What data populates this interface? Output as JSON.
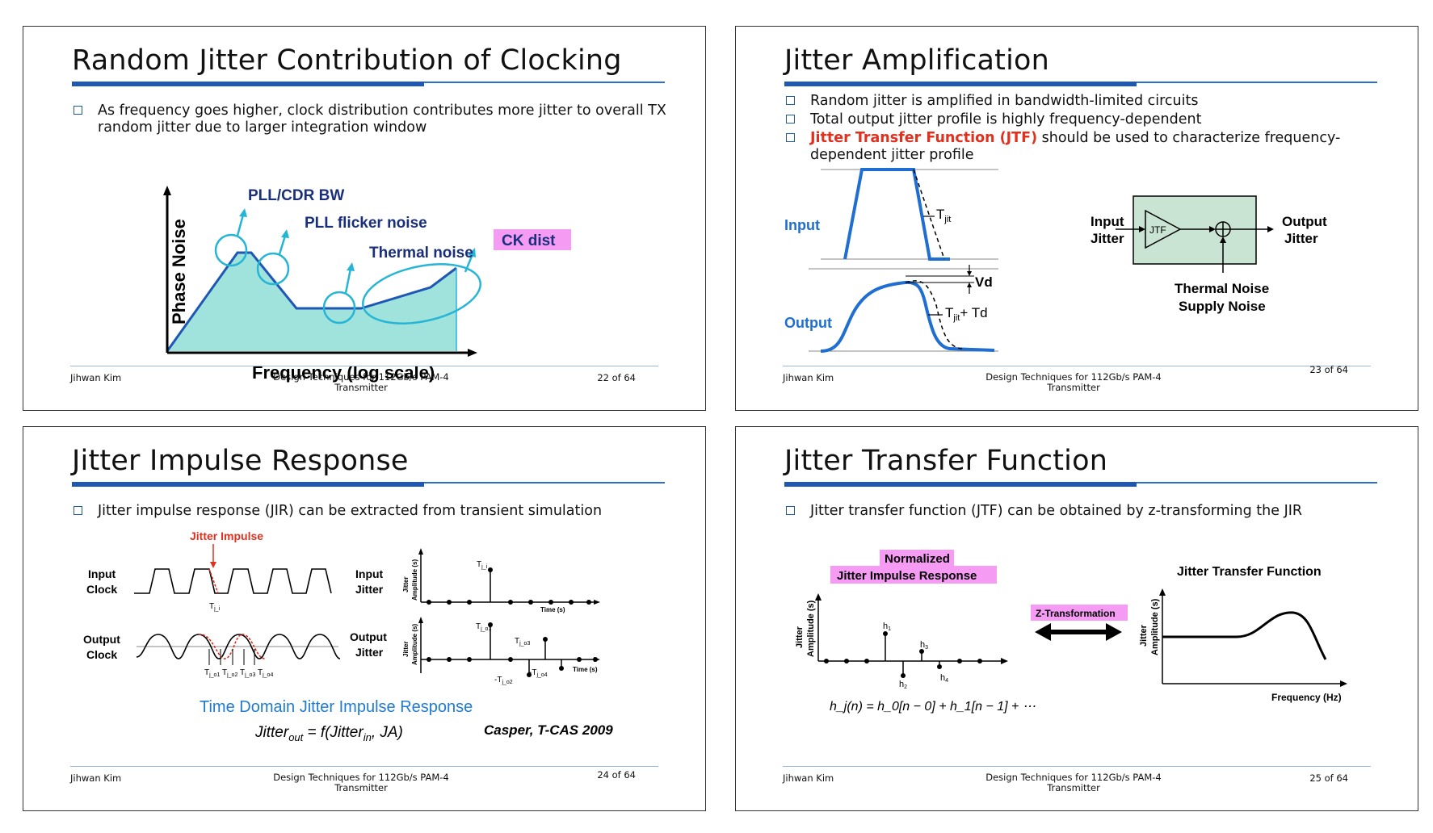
{
  "slides": [
    {
      "title": "Random Jitter Contribution of Clocking",
      "bullets": [
        "As frequency goes higher, clock distribution contributes more jitter to overall TX random jitter due to larger integration window"
      ],
      "labels": {
        "ylabel": "Phase Noise",
        "xlabel": "Frequency (log scale)",
        "pll_bw": "PLL/CDR BW",
        "flicker": "PLL flicker noise",
        "thermal": "Thermal noise",
        "ckdist": "CK dist"
      },
      "footer": {
        "author": "Jihwan Kim",
        "course": "Design Techniques for 112Gb/s PAM-4 Transmitter",
        "page": "22 of 64"
      }
    },
    {
      "title": "Jitter Amplification",
      "bullets": [
        "Random jitter is amplified in bandwidth-limited circuits",
        "Total output jitter profile is highly frequency-dependent"
      ],
      "bullet3_red": "Jitter Transfer Function (JTF)",
      "bullet3_rest": " should be used to characterize frequency-dependent jitter profile",
      "labels": {
        "input": "Input",
        "output": "Output",
        "tjit": "T",
        "tjit_sub": "jit",
        "vd": "Vd",
        "tjit_td": "+ Td",
        "input_jitter_1": "Input",
        "input_jitter_2": "Jitter",
        "output_jitter_1": "Output",
        "output_jitter_2": "Jitter",
        "jtf": "JTF",
        "thermal_noise": "Thermal Noise",
        "supply_noise": "Supply Noise"
      },
      "footer": {
        "author": "Jihwan Kim",
        "course": "Design Techniques for 112Gb/s PAM-4 Transmitter",
        "page": "23 of 64"
      }
    },
    {
      "title": "Jitter Impulse Response",
      "bullets": [
        "Jitter impulse response (JIR) can be extracted from transient simulation"
      ],
      "labels": {
        "jitter_impulse": "Jitter Impulse",
        "input_clock_1": "Input",
        "input_clock_2": "Clock",
        "output_clock_1": "Output",
        "output_clock_2": "Clock",
        "input_jitter_1": "Input",
        "input_jitter_2": "Jitter",
        "output_jitter_1": "Output",
        "output_jitter_2": "Jitter",
        "amp_1": "Jitter",
        "amp_2": "Amplitude (s)",
        "time": "Time (s)",
        "tji": "T",
        "tji_sub": "j_i",
        "tjo1": "j_o1",
        "tjo2": "j_o2",
        "tjo3": "j_o3",
        "tjo4": "j_o4",
        "neg_tjo2": "-T",
        "neg_tjo4": "-T",
        "td_title": "Time Domain Jitter Impulse Response",
        "formula": "Jitter",
        "formula_out": "out",
        "formula_mid": " = f(Jitter",
        "formula_in": "in",
        "formula_end": ", JA)",
        "ref": "Casper, T-CAS 2009"
      },
      "footer": {
        "author": "Jihwan Kim",
        "course": "Design Techniques for 112Gb/s PAM-4 Transmitter",
        "page": "24 of 64"
      }
    },
    {
      "title": "Jitter Transfer Function",
      "bullets": [
        "Jitter transfer function (JTF) can be obtained by z-transforming the JIR"
      ],
      "labels": {
        "normalized": "Normalized",
        "jir": "Jitter Impulse Response",
        "ztrans": "Z-Transformation",
        "jtf_title": "Jitter Transfer Function",
        "amp_1": "Jitter",
        "amp_2": "Amplitude (s)",
        "freq": "Frequency (Hz)",
        "h1": "h",
        "h2": "h",
        "h3": "h",
        "h4": "h",
        "eq": "h_j(n) = h_0[n − 0] + h_1[n − 1] + ⋯"
      },
      "footer": {
        "author": "Jihwan Kim",
        "course": "Design Techniques for 112Gb/s PAM-4 Transmitter",
        "page": "25 of 64"
      }
    }
  ],
  "colors": {
    "accent": "#1f57b5",
    "cyan": "#27b5d6",
    "fill": "#9fe3dc",
    "navy": "#1a2f7a",
    "red": "#e0301e",
    "pink": "#f27af0"
  }
}
